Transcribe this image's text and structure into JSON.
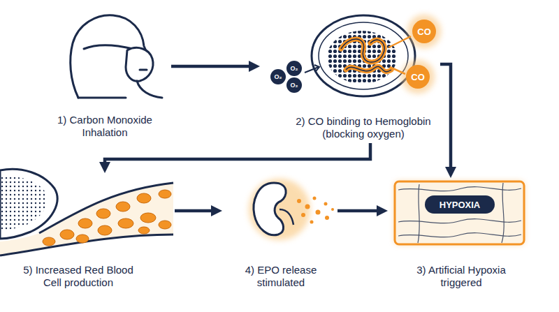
{
  "diagram": {
    "nodes": [
      {
        "text": [
          "1) Carbon Monoxide Inhalation"
        ]
      },
      {
        "text": [
          "2) CO binding to Hemoglobin (blocking oxygen)"
        ]
      },
      {
        "text": [
          "3) Artificial Hypoxia triggered"
        ]
      },
      {
        "text": [
          "4) EPO release stimulated"
        ]
      },
      {
        "text": [
          "5) Increased Red Blood Cell production"
        ]
      }
    ],
    "edges": [
      {
        "from": 0,
        "to": 1,
        "arrow": "to"
      },
      {
        "from": 1,
        "to": 2,
        "arrow": "to"
      },
      {
        "from": 1,
        "to": 4,
        "arrow": "to"
      },
      {
        "from": 4,
        "to": 3,
        "arrow": "to"
      },
      {
        "from": 3,
        "to": 2,
        "arrow": "to"
      }
    ],
    "labels": [
      "CO",
      "CO",
      "O₂",
      "O₂",
      "O₂",
      "HYPOXIA"
    ]
  }
}
